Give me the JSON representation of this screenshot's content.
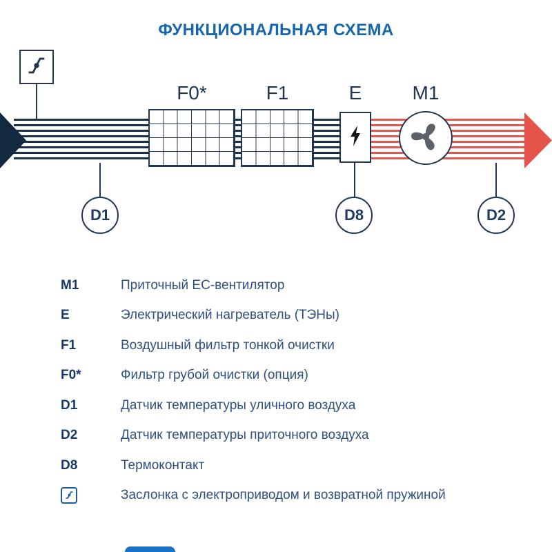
{
  "title": "ФУНКЦИОНАЛЬНАЯ СХЕМА",
  "colors": {
    "title_blue": "#1667B0",
    "outline_navy": "#223650",
    "airflow_dark": "#16314E",
    "airflow_red": "#E3564E",
    "arrow_left": "#13293F",
    "arrow_right": "#E4544B",
    "fan_blades": "#5B6269",
    "legend_key_text": "#16386B",
    "legend_desc_text": "#2F4F7F",
    "legend_icon_blue": "#1D5A9E"
  },
  "diagram": {
    "labels": {
      "f0": "F0*",
      "f1": "F1",
      "e": "E",
      "m1": "M1"
    },
    "sensors": {
      "d1": "D1",
      "d8": "D8",
      "d2": "D2"
    },
    "icons": [
      "damper-icon",
      "lightning-icon",
      "fan-icon",
      "airflow-arrow-left-icon",
      "airflow-arrow-right-icon"
    ]
  },
  "legend": {
    "items": [
      {
        "key": "M1",
        "desc": "Приточный ЕС-вентилятор"
      },
      {
        "key": "E",
        "desc": "Электрический нагреватель (ТЭНы)"
      },
      {
        "key": "F1",
        "desc": "Воздушный фильтр тонкой очистки"
      },
      {
        "key": "F0*",
        "desc": "Фильтр грубой очистки (опция)"
      },
      {
        "key": "D1",
        "desc": "Датчик температуры уличного воздуха"
      },
      {
        "key": "D2",
        "desc": "Датчик температуры приточного воздуха"
      },
      {
        "key": "D8",
        "desc": "Термоконтакт"
      },
      {
        "key": "",
        "icon": "damper-icon",
        "desc": "Заслонка с электроприводом и возвратной пружиной"
      }
    ]
  }
}
